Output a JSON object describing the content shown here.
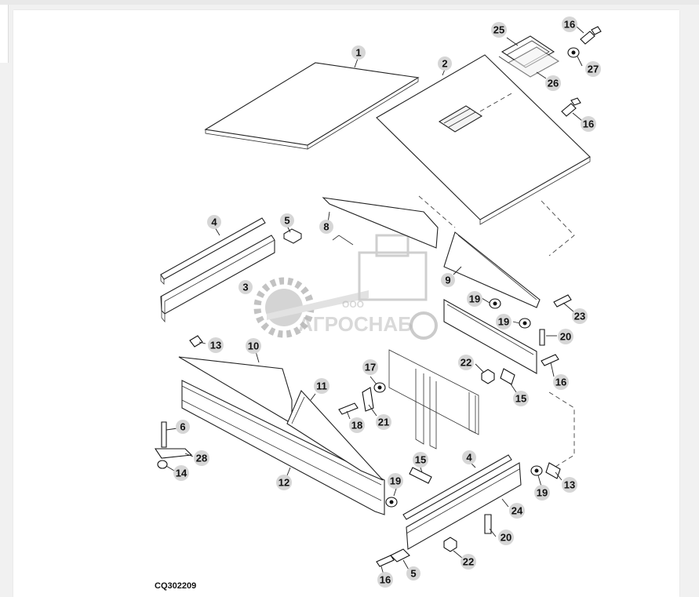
{
  "diagram_code": "CQ302209",
  "watermark": {
    "small": "ООО",
    "main": "АГРОСНАБ"
  },
  "callouts": [
    {
      "id": "c1",
      "label": "1"
    },
    {
      "id": "c2",
      "label": "2"
    },
    {
      "id": "c25",
      "label": "25"
    },
    {
      "id": "c16a",
      "label": "16"
    },
    {
      "id": "c27",
      "label": "27"
    },
    {
      "id": "c26",
      "label": "26"
    },
    {
      "id": "c16b",
      "label": "16"
    },
    {
      "id": "c4a",
      "label": "4"
    },
    {
      "id": "c5a",
      "label": "5"
    },
    {
      "id": "c8",
      "label": "8"
    },
    {
      "id": "c3",
      "label": "3"
    },
    {
      "id": "c9",
      "label": "9"
    },
    {
      "id": "c19a",
      "label": "19"
    },
    {
      "id": "c23",
      "label": "23"
    },
    {
      "id": "c19b",
      "label": "19"
    },
    {
      "id": "c20a",
      "label": "20"
    },
    {
      "id": "c13a",
      "label": "13"
    },
    {
      "id": "c10",
      "label": "10"
    },
    {
      "id": "c22a",
      "label": "22"
    },
    {
      "id": "c16c",
      "label": "16"
    },
    {
      "id": "c17",
      "label": "17"
    },
    {
      "id": "c11",
      "label": "11"
    },
    {
      "id": "c15a",
      "label": "15"
    },
    {
      "id": "c18",
      "label": "18"
    },
    {
      "id": "c21",
      "label": "21"
    },
    {
      "id": "c6",
      "label": "6"
    },
    {
      "id": "c28",
      "label": "28"
    },
    {
      "id": "c14",
      "label": "14"
    },
    {
      "id": "c15b",
      "label": "15"
    },
    {
      "id": "c4b",
      "label": "4"
    },
    {
      "id": "c12",
      "label": "12"
    },
    {
      "id": "c19c",
      "label": "19"
    },
    {
      "id": "c19d",
      "label": "19"
    },
    {
      "id": "c13b",
      "label": "13"
    },
    {
      "id": "c24",
      "label": "24"
    },
    {
      "id": "c20b",
      "label": "20"
    },
    {
      "id": "c22b",
      "label": "22"
    },
    {
      "id": "c16d",
      "label": "16"
    },
    {
      "id": "c5b",
      "label": "5"
    }
  ]
}
